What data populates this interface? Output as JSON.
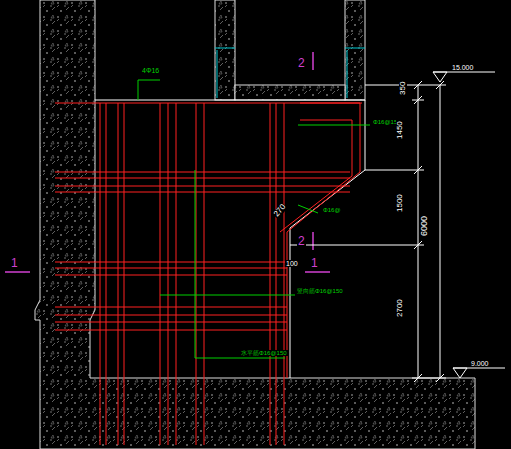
{
  "diagram": {
    "labels": [
      "4Φ16",
      "Φ16@150",
      "Φ16@",
      "270",
      "2",
      "2",
      "1",
      "1",
      "100",
      "竖向筋Φ16@150",
      "水平筋Φ16@150",
      "350",
      "1450",
      "1500",
      "2700",
      "6000",
      "15.000",
      "9.000"
    ]
  }
}
